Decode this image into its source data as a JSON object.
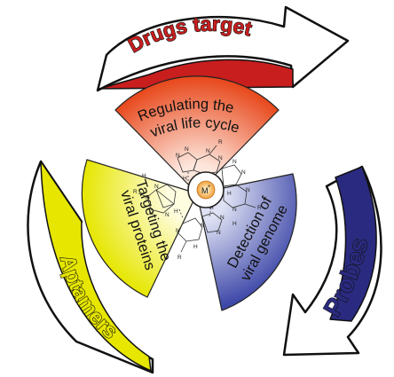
{
  "arrows": {
    "top": {
      "label": "Drugs target",
      "fill": "#c81e1e"
    },
    "right": {
      "label": "Probes",
      "fill": "#2a2a80"
    },
    "left": {
      "label": "Aptamers",
      "fill": "#e6e600"
    }
  },
  "sectors": {
    "top": {
      "line1": "Regulating the",
      "line2": "viral life cycle",
      "color_outer": "#e84a1e",
      "color_inner": "#fde6dc"
    },
    "left": {
      "line1": "Targeting the",
      "line2": "viral proteins",
      "color_outer": "#e6e600",
      "color_inner": "#fffde0"
    },
    "right": {
      "line1": "Detection of",
      "line2": "viral genome",
      "color_outer": "#3e48a8",
      "color_inner": "#dfe2f4"
    }
  },
  "center": {
    "ion_label": "M",
    "ion_charge": "+"
  },
  "chemistry": {
    "atom_labels": [
      "N",
      "N",
      "N",
      "N",
      "N",
      "N",
      "N",
      "N",
      "N",
      "N",
      "N",
      "N",
      "N",
      "N",
      "N",
      "N",
      "R",
      "R",
      "R",
      "R",
      "H",
      "H",
      "H",
      "H",
      "H",
      "H",
      "H",
      "H"
    ]
  }
}
